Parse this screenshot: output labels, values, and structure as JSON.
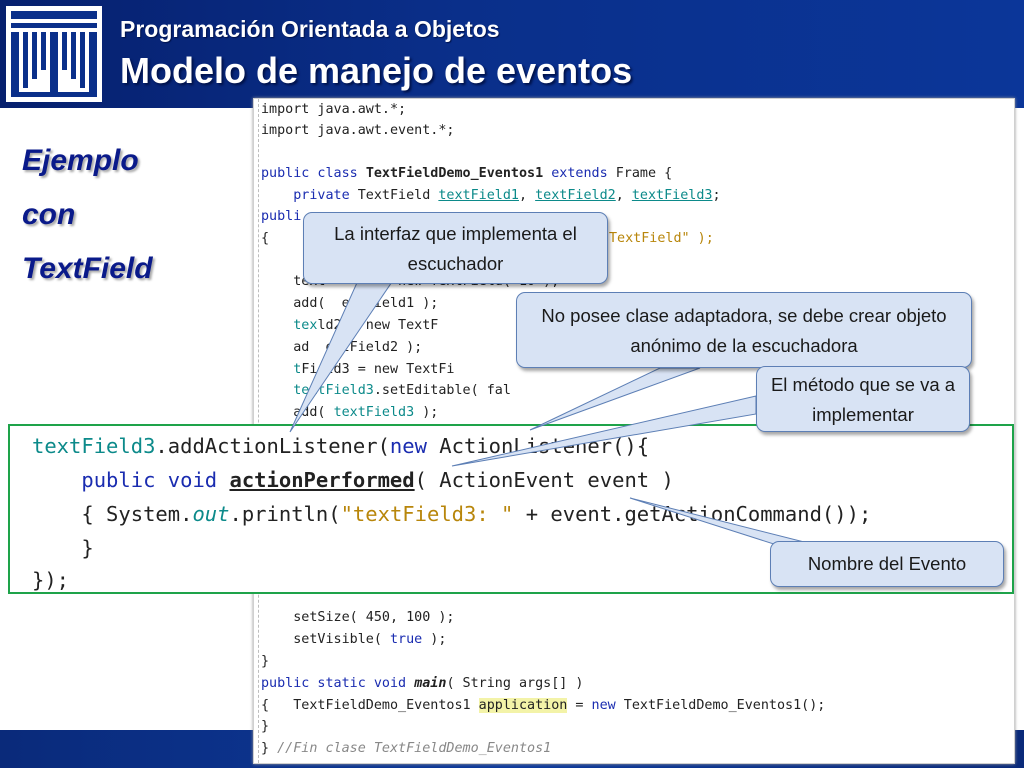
{
  "header": {
    "subtitle": "Programación Orientada a Objetos",
    "title": "Modelo de manejo de eventos"
  },
  "logo_icon": "institution-logo",
  "side_labels": [
    "Ejemplo",
    "con",
    "TextField"
  ],
  "code_background": {
    "l01": "import java.awt.*;",
    "l02": "import java.awt.event.*;",
    "l03a": "public class ",
    "l03b": "TextFieldDemo_Eventos1",
    "l03c": " extends ",
    "l03d": "Frame {",
    "l04a": "    private ",
    "l04b": "TextField ",
    "l04c": "textField1",
    "l04d": ", ",
    "l04e": "textField2",
    "l04f": ", ",
    "l04g": "textField3",
    "l04h": ";",
    "l05": "publi",
    "l06a": "{",
    "l06b": "TextField\" );",
    "l07": "    text       = new TextField( 10 );",
    "l08": "    add(  extField1 );",
    "l09a": "    tex",
    "l09b": "ld2 = new TextF",
    "l10": "    ad  extField2 );",
    "l11a": "    t",
    "l11b": "Field3 = new TextFi",
    "l12a": "    textField3",
    "l12b": ".setEditable( fal",
    "l13a": "    add( ",
    "l13b": "textField3",
    "l13c": " );",
    "l14a": "    setSize( 450, 100 );",
    "l15a": "    setVisible( ",
    "l15b": "true",
    "l15c": " );",
    "l16": "}",
    "l17a": "public static void ",
    "l17b": "main",
    "l17c": "( String args[] )",
    "l18a": "{   TextFieldDemo_Eventos1 ",
    "l18b": "application",
    "l18c": " = ",
    "l18d": "new",
    "l18e": " TextFieldDemo_Eventos1();",
    "l19": "}",
    "l20a": "} ",
    "l20b": "//Fin clase TextFieldDemo_Eventos1"
  },
  "code_zoom": {
    "z1a": "textField3",
    "z1b": ".addActionListener(",
    "z1c": "new",
    "z1d": " ActionListener(){",
    "z2a": "    public void ",
    "z2b": "actionPerformed",
    "z2c": "( ActionEvent event )",
    "z3a": "    { System.",
    "z3b": "out",
    "z3c": ".println(",
    "z3d": "\"textField3: \"",
    "z3e": " + event.getActionCommand());",
    "z4": "    }",
    "z5": "});"
  },
  "callouts": {
    "interface": "La interfaz que implementa el escuchador",
    "adapter": "No posee clase adaptadora, se debe crear objeto anónimo de la escuchadora",
    "method": "El método que se va a implementar",
    "event": "Nombre del Evento"
  },
  "colors": {
    "header_blue": "#0a2f8a",
    "label_blue": "#0a1a8a",
    "zoom_border_green": "#1ea34a",
    "callout_fill": "#d8e3f4",
    "keyword_blue": "#1a2cb0",
    "field_teal": "#0c8a8a"
  }
}
